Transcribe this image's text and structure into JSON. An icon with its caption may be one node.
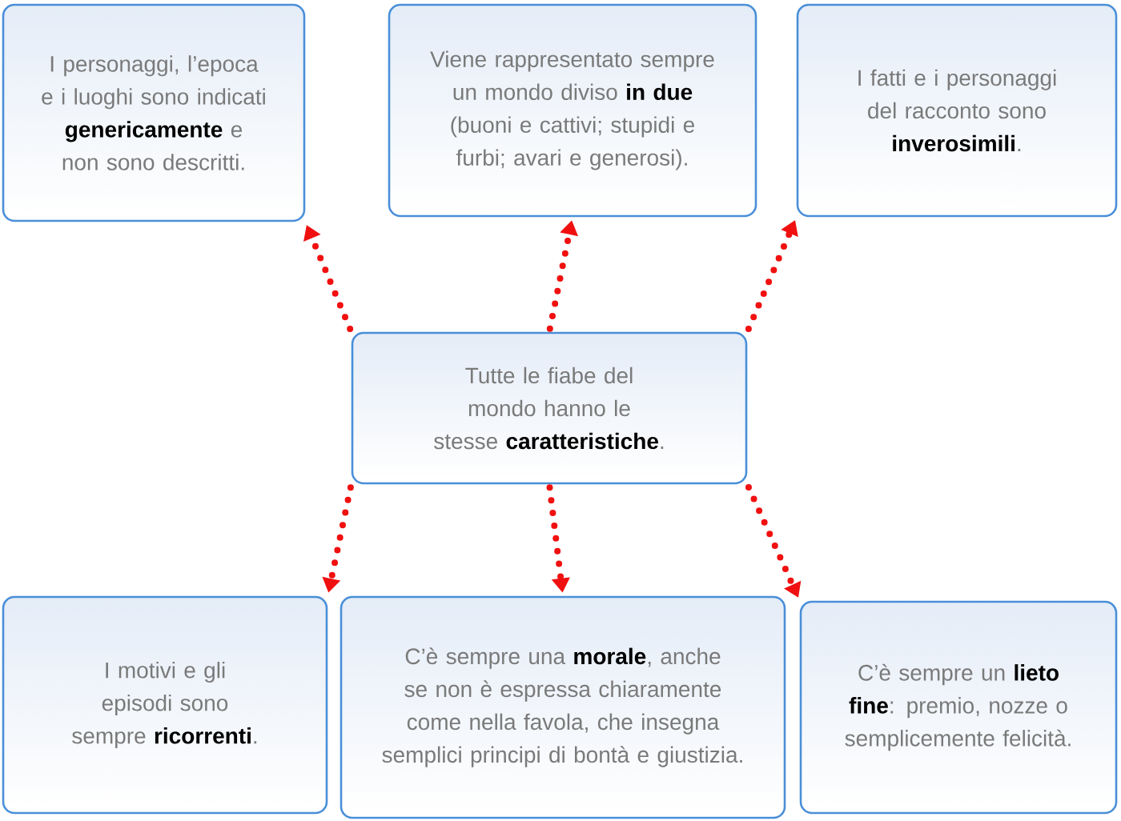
{
  "diagram": {
    "nodes": [
      {
        "text": [
          "I personaggi, l’epoca e i luoghi sono indicati **genericamente** e non sono descritti."
        ]
      },
      {
        "text": [
          "Viene rappresentato sempre un mondo diviso **in due** (buoni e cattivi; stupidi e furbi; avari e generosi)."
        ]
      },
      {
        "text": [
          "I fatti e i personaggi del racconto sono **inverosimili**."
        ]
      },
      {
        "text": [
          "Tutte le fiabe del mondo hanno le stesse **caratteristiche**."
        ]
      },
      {
        "text": [
          "I motivi e gli episodi sono sempre **ricorrenti**."
        ]
      },
      {
        "text": [
          "C’è sempre una **morale**, anche se non è espressa chiaramente come nella favola, che insegna semplici principi di bontà e giustizia."
        ]
      },
      {
        "text": [
          "C’è sempre un **lieto fine**: premio, nozze o semplicemente felicità."
        ]
      }
    ],
    "edges": [
      {
        "from": 3,
        "to": 0,
        "arrow": "to"
      },
      {
        "from": 3,
        "to": 1,
        "arrow": "to"
      },
      {
        "from": 3,
        "to": 2,
        "arrow": "to"
      },
      {
        "from": 3,
        "to": 4,
        "arrow": "to"
      },
      {
        "from": 3,
        "to": 5,
        "arrow": "to"
      },
      {
        "from": 3,
        "to": 6,
        "arrow": "to"
      }
    ]
  }
}
